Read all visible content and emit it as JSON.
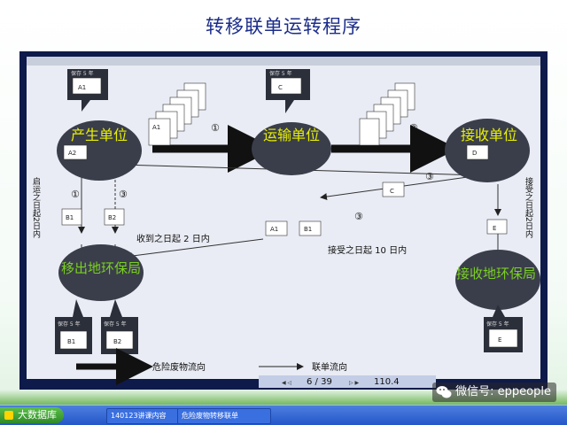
{
  "slide": {
    "title": "转移联单运转程序"
  },
  "nodes": {
    "producer": "产生单位",
    "transporter": "运输单位",
    "receiver": "接收单位",
    "origin_bureau": "移出地环保局",
    "receive_bureau": "接收地环保局"
  },
  "docs": {
    "keep5": "保存 5 年",
    "a1": "A1",
    "a2": "A2",
    "b1": "B1",
    "b2": "B2",
    "c": "C",
    "d": "D",
    "e": "E"
  },
  "steps": {
    "s1": "①",
    "s2": "②",
    "s3": "③"
  },
  "notes": {
    "dispatch_vertical": "启运之日起2日内",
    "receive_vertical": "接受之日起2日内",
    "two_days": "收到之日起 2 日内",
    "ten_days": "接受之日起 10 日内"
  },
  "legend": {
    "waste_flow": "危险废物流向",
    "manifest_flow": "联单流向"
  },
  "viewer": {
    "page": "6 / 39",
    "zoom": "110.4"
  },
  "taskbar": {
    "start": "大数据库",
    "task1": "140123讲课内容",
    "task2": "危险废物转移联单"
  },
  "watermark": {
    "text": "微信号: eppeople"
  },
  "colors": {
    "title": "#1c2d8a",
    "node_label": "#e8f000",
    "bureau_label": "#7ad020"
  }
}
